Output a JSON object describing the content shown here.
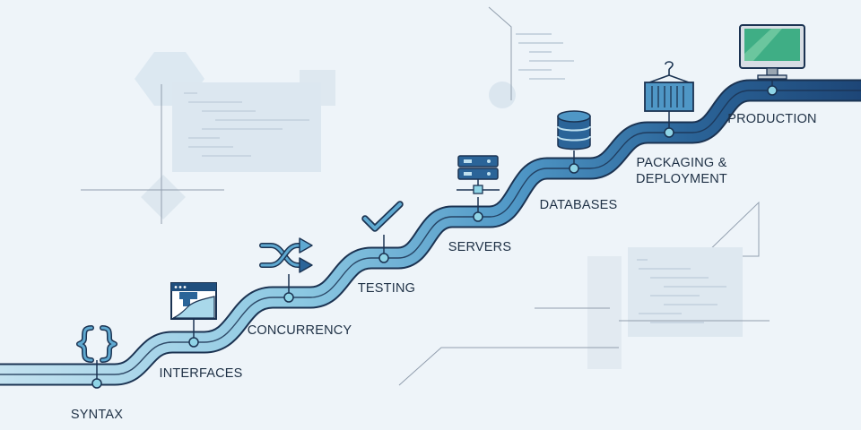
{
  "stages": [
    {
      "id": "syntax",
      "label": "SYNTAX",
      "icon": "curly-braces-icon"
    },
    {
      "id": "interfaces",
      "label": "INTERFACES",
      "icon": "browser-window-icon"
    },
    {
      "id": "concurrency",
      "label": "CONCURRENCY",
      "icon": "shuffle-arrows-icon"
    },
    {
      "id": "testing",
      "label": "TESTING",
      "icon": "checkmark-icon"
    },
    {
      "id": "servers",
      "label": "SERVERS",
      "icon": "server-rack-icon"
    },
    {
      "id": "databases",
      "label": "DATABASES",
      "icon": "database-icon"
    },
    {
      "id": "packaging",
      "label": "PACKAGING &",
      "label2": "DEPLOYMENT",
      "icon": "shipping-container-icon"
    },
    {
      "id": "production",
      "label": "PRODUCTION",
      "icon": "monitor-icon"
    }
  ],
  "colors": {
    "background": "#eef4f9",
    "path_light": "#bfe0ef",
    "path_mid": "#5fa9d1",
    "path_dark": "#1f4e7d",
    "outline": "#1b3352",
    "node": "#8fd4e6",
    "screen": "#3fae85"
  }
}
